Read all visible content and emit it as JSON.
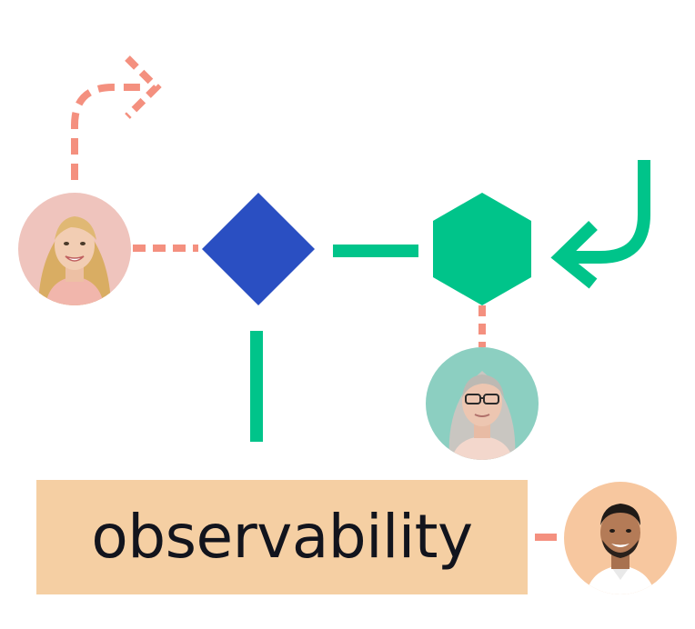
{
  "label": {
    "text": "observability"
  },
  "colors": {
    "background": "#ffffff",
    "salmon_dashed": "#f4907f",
    "green": "#00c48a",
    "blue": "#2a4fc2",
    "label_fill": "#f5cfa3",
    "label_text": "#12141d",
    "avatar_woman_blonde_bg": "#efc4bd",
    "avatar_woman_gray_bg": "#8ccfc1",
    "avatar_man_bg": "#f7c79f"
  },
  "nodes": [
    {
      "name": "diamond-node",
      "shape": "diamond",
      "color": "blue"
    },
    {
      "name": "hexagon-node",
      "shape": "hexagon",
      "color": "green"
    },
    {
      "name": "label-node",
      "shape": "rectangle",
      "color": "label_fill"
    }
  ],
  "avatars": [
    {
      "name": "avatar-blonde-woman",
      "description_icon": "person-avatar"
    },
    {
      "name": "avatar-gray-haired-woman",
      "description_icon": "person-avatar"
    },
    {
      "name": "avatar-man",
      "description_icon": "person-avatar"
    }
  ],
  "connectors": [
    {
      "name": "dashed-curved-arrow-up",
      "style": "dashed",
      "color": "salmon_dashed"
    },
    {
      "name": "dashed-link-avatar-diamond",
      "style": "dashed",
      "color": "salmon_dashed"
    },
    {
      "name": "solid-link-diamond-hexagon",
      "style": "solid",
      "color": "green"
    },
    {
      "name": "solid-link-diamond-label",
      "style": "solid",
      "color": "green"
    },
    {
      "name": "dashed-link-hexagon-avatar",
      "style": "dashed",
      "color": "salmon_dashed"
    },
    {
      "name": "dashed-link-label-avatar",
      "style": "dashed",
      "color": "salmon_dashed"
    },
    {
      "name": "green-curved-arrow-in",
      "style": "solid",
      "color": "green"
    }
  ]
}
